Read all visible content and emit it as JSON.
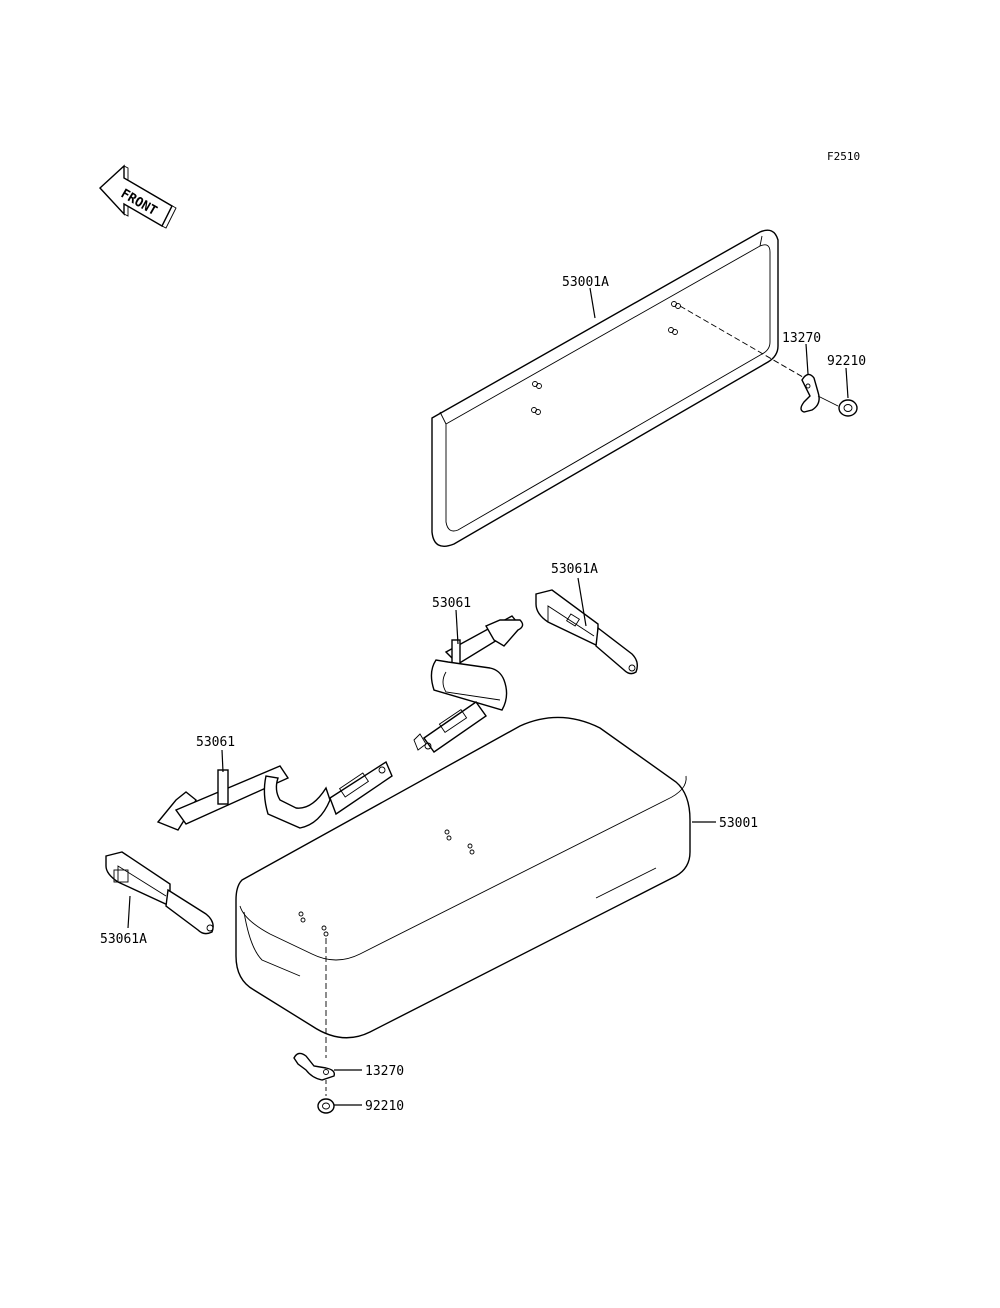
{
  "figure_id": "F2510",
  "front_arrow_text": "FRONT",
  "callouts": {
    "backrest": "53001A",
    "cushion": "53001",
    "clamp_top": "13270",
    "nut_top": "92210",
    "clamp_bottom": "13270",
    "nut_bottom": "92210",
    "belt_upper": "53061",
    "belt_lower": "53061",
    "buckle_upper": "53061A",
    "buckle_lower": "53061A"
  }
}
